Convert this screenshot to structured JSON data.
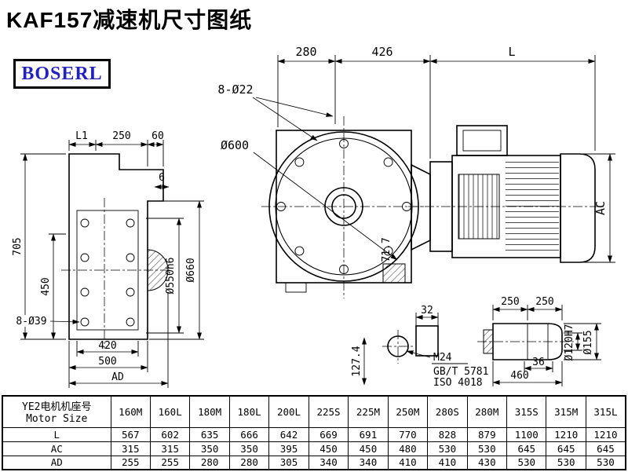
{
  "title": "KAF157减速机尺寸图纸",
  "logo": "BOSERL",
  "dims": {
    "top_280": "280",
    "top_426": "426",
    "top_L": "L",
    "holes_8d22": "8-Ø22",
    "d600": "Ø600",
    "ac": "AC",
    "angle_71_7": "71.7",
    "l1": "L1",
    "left_250": "250",
    "left_60": "60",
    "left_6": "6",
    "left_705": "705",
    "left_450": "450",
    "holes_8d39": "8-Ø39",
    "left_420": "420",
    "left_500": "500",
    "left_ad": "AD",
    "d550h6": "Ø550h6",
    "d660": "Ø660",
    "mid_32": "32",
    "mid_127_4": "127.4",
    "bolt_m24": "M24",
    "bolt_gb": "GB/T 5781",
    "bolt_iso": "ISO 4018",
    "shaft_250_a": "250",
    "shaft_250_b": "250",
    "shaft_36": "36",
    "shaft_460": "460",
    "d120h7": "Ø120H7",
    "d155": "Ø155"
  },
  "table": {
    "header_cn": "YE2电机机座号",
    "header_en": "Motor Size",
    "columns": [
      "160M",
      "160L",
      "180M",
      "180L",
      "200L",
      "225S",
      "225M",
      "250M",
      "280S",
      "280M",
      "315S",
      "315M",
      "315L"
    ],
    "rows": [
      {
        "label": "L",
        "values": [
          567,
          602,
          635,
          666,
          642,
          669,
          691,
          770,
          828,
          879,
          1100,
          1210,
          1210
        ]
      },
      {
        "label": "AC",
        "values": [
          315,
          315,
          350,
          350,
          395,
          450,
          450,
          480,
          530,
          530,
          645,
          645,
          645
        ]
      },
      {
        "label": "AD",
        "values": [
          255,
          255,
          280,
          280,
          305,
          340,
          340,
          410,
          410,
          430,
          530,
          530,
          530
        ]
      }
    ]
  }
}
